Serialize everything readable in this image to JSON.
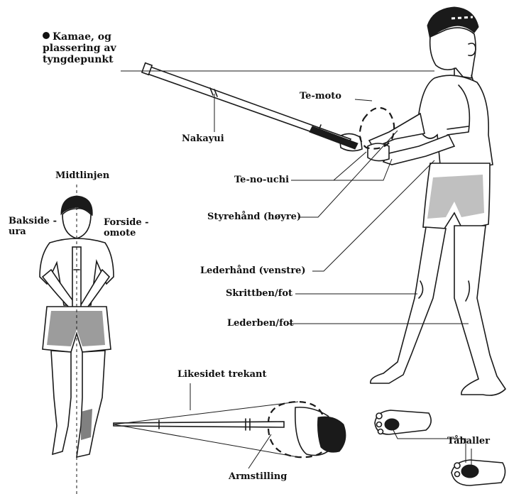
{
  "title_lines": [
    "Kamae, og",
    "plassering av",
    "tyngdepunkt"
  ],
  "labels": {
    "te_moto": "Te-moto",
    "nakayui": "Nakayui",
    "te_no_uchi": "Te-no-uchi",
    "midtlinjen": "Midtlinjen",
    "bakside_1": "Bakside -",
    "bakside_2": "ura",
    "forside_1": "Forside -",
    "forside_2": "omote",
    "styrehand": "Styrehånd (høyre)",
    "lederhand": "Lederhånd (venstre)",
    "skrittben": "Skrittben/fot",
    "lederben": "Lederben/fot",
    "likesidet": "Likesidet trekant",
    "armstilling": "Armstilling",
    "taballer": "Tåballer"
  }
}
